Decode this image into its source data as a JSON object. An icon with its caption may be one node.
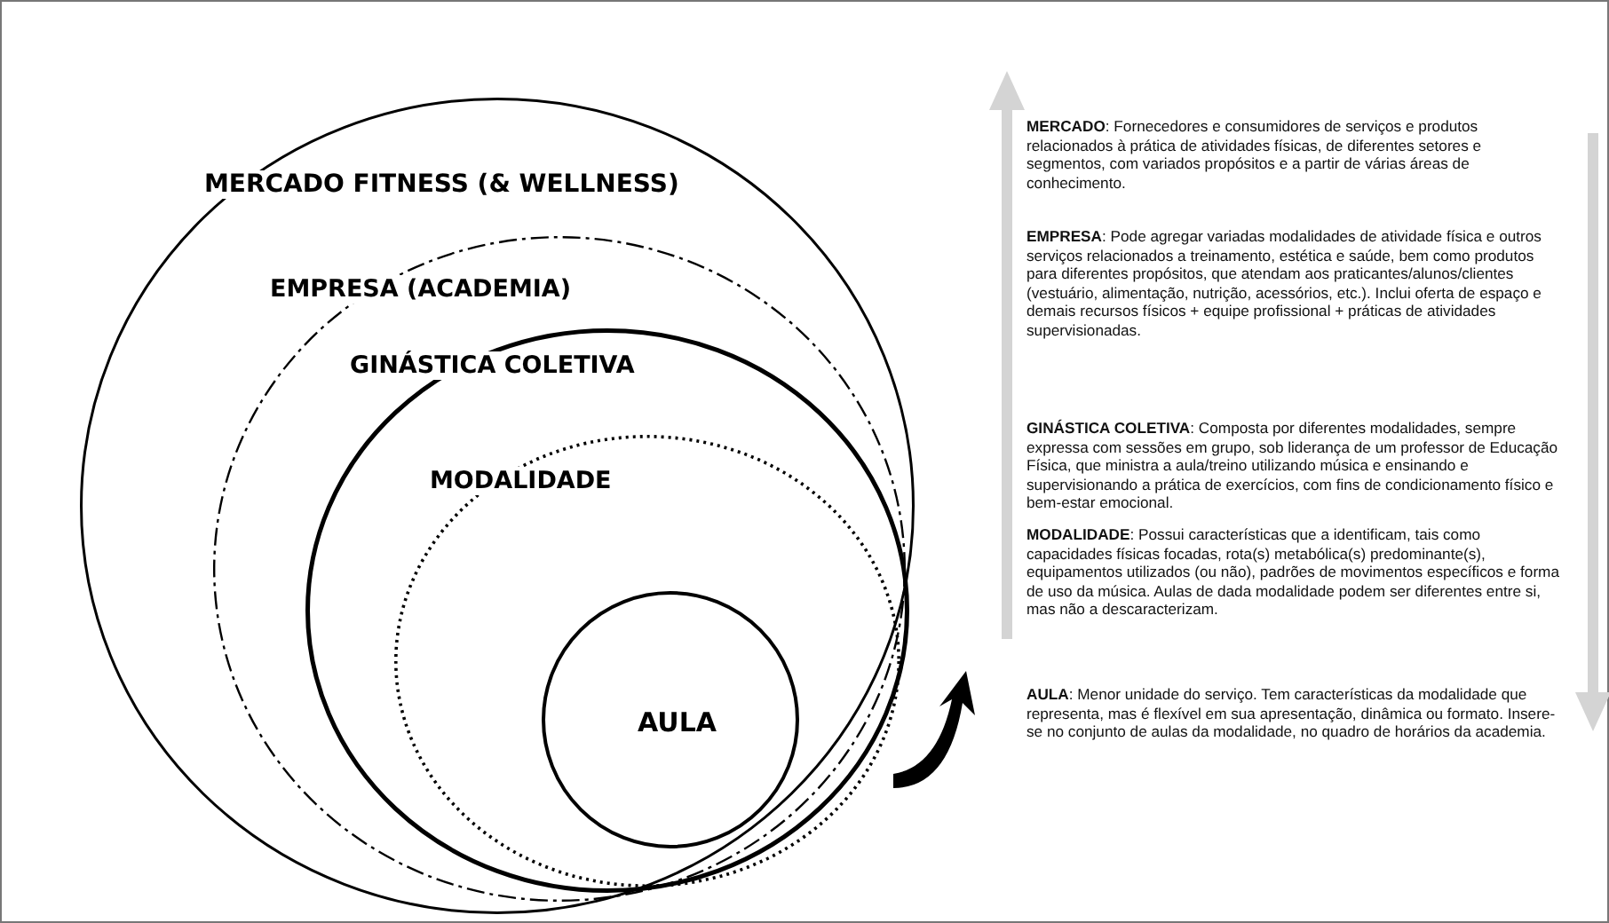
{
  "diagram": {
    "nodes": [
      {
        "text": [
          "MERCADO FITNESS (& WELLNESS)"
        ]
      },
      {
        "text": [
          "EMPRESA (ACADEMIA)"
        ],
        "in": 0
      },
      {
        "text": [
          "GINÁSTICA COLETIVA"
        ],
        "in": 1
      },
      {
        "text": [
          "MODALIDADE"
        ],
        "in": 2
      },
      {
        "text": [
          "AULA"
        ],
        "in": 3
      }
    ],
    "edges": [],
    "labels": [
      "**MERCADO**: Fornecedores e consumidores de serviços e produtos relacionados à prática de atividades físicas, de diferentes setores e segmentos, com variados propósitos e a partir de várias áreas de conhecimento.",
      "**EMPRESA**: Pode agregar variadas modalidades de atividade física e outros serviços relacionados a treinamento, estética e saúde, bem como produtos para diferentes propósitos, que atendam aos praticantes/alunos/clientes (vestuário, alimentação, nutrição, acessórios, etc.). Inclui oferta de espaço e demais recursos físicos + equipe profissional + práticas de atividades supervisionadas.",
      "**GINÁSTICA COLETIVA**: Composta por diferentes modalidades, sempre expressa com sessões em grupo, sob liderança de um professor de Educação Física, que ministra a aula/treino utilizando música e ensinando e supervisionando a prática de exercícios, com fins de condicionamento físico e bem-estar emocional.",
      "**MODALIDADE**: Possui características que a identificam, tais como capacidades físicas focadas, rota(s) metabólica(s) predominante(s), equipamentos utilizados (ou não), padrões de movimentos específicos e forma de uso da música. Aulas de dada modalidade podem ser diferentes entre si, mas não a descaracterizam.",
      "**AULA**: Menor unidade do serviço.  Tem características da modalidade que representa, mas é flexível em sua apresentação, dinâmica ou formato. Insere-se no conjunto de aulas da modalidade, no quadro de horários da academia."
    ]
  }
}
